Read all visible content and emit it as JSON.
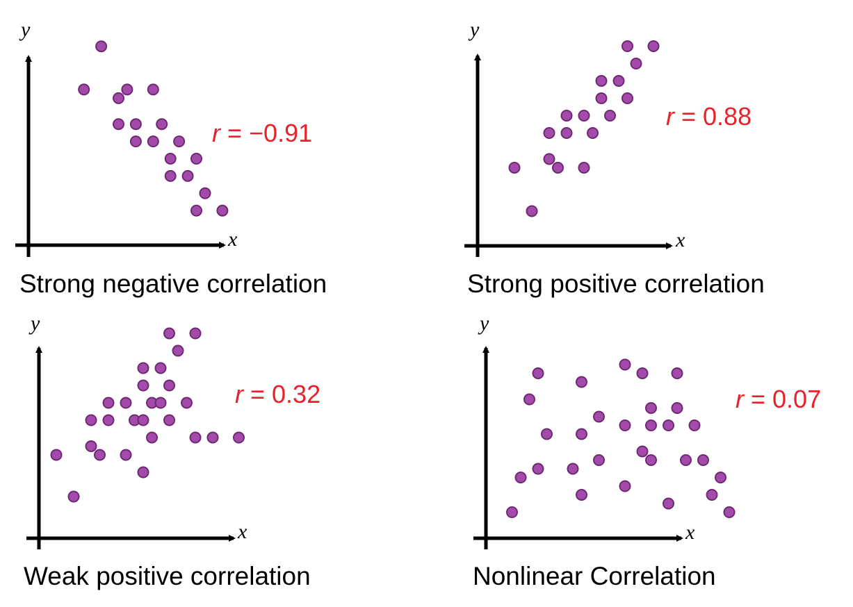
{
  "colors": {
    "point_fill": "#a44aab",
    "point_stroke": "#6d2a72",
    "r_label": "#e8212b",
    "axis": "#000000"
  },
  "chart_data": [
    {
      "type": "scatter",
      "title": "Strong negative correlation",
      "xlabel": "x",
      "ylabel": "y",
      "annotation": {
        "symbol": "r",
        "text": " = −0.91"
      },
      "xlim": [
        0,
        12
      ],
      "ylim": [
        0,
        12
      ],
      "grid": false,
      "points": [
        {
          "x": 4.2,
          "y": 11.5
        },
        {
          "x": 3.2,
          "y": 9.0
        },
        {
          "x": 5.2,
          "y": 8.5
        },
        {
          "x": 5.7,
          "y": 9.0
        },
        {
          "x": 7.2,
          "y": 9.0
        },
        {
          "x": 5.2,
          "y": 7.0
        },
        {
          "x": 6.2,
          "y": 7.0
        },
        {
          "x": 7.7,
          "y": 7.0
        },
        {
          "x": 6.2,
          "y": 6.0
        },
        {
          "x": 7.2,
          "y": 6.0
        },
        {
          "x": 8.7,
          "y": 6.0
        },
        {
          "x": 8.2,
          "y": 5.0
        },
        {
          "x": 9.7,
          "y": 5.0
        },
        {
          "x": 8.2,
          "y": 4.0
        },
        {
          "x": 9.2,
          "y": 4.0
        },
        {
          "x": 10.2,
          "y": 3.0
        },
        {
          "x": 9.7,
          "y": 2.0
        },
        {
          "x": 11.2,
          "y": 2.0
        }
      ]
    },
    {
      "type": "scatter",
      "title": "Strong positive correlation",
      "xlabel": "x",
      "ylabel": "y",
      "annotation": {
        "symbol": "r",
        "text": " = 0.88"
      },
      "xlim": [
        0,
        12
      ],
      "ylim": [
        0,
        12
      ],
      "grid": false,
      "points": [
        {
          "x": 2.0,
          "y": 4.5
        },
        {
          "x": 3.0,
          "y": 2.0
        },
        {
          "x": 4.0,
          "y": 5.0
        },
        {
          "x": 4.5,
          "y": 4.5
        },
        {
          "x": 6.0,
          "y": 4.5
        },
        {
          "x": 4.0,
          "y": 6.5
        },
        {
          "x": 5.0,
          "y": 6.5
        },
        {
          "x": 6.5,
          "y": 6.5
        },
        {
          "x": 5.0,
          "y": 7.5
        },
        {
          "x": 6.0,
          "y": 7.5
        },
        {
          "x": 7.5,
          "y": 7.5
        },
        {
          "x": 7.0,
          "y": 8.5
        },
        {
          "x": 8.5,
          "y": 8.5
        },
        {
          "x": 7.0,
          "y": 9.5
        },
        {
          "x": 8.0,
          "y": 9.5
        },
        {
          "x": 9.0,
          "y": 10.5
        },
        {
          "x": 8.5,
          "y": 11.5
        },
        {
          "x": 10.0,
          "y": 11.5
        }
      ]
    },
    {
      "type": "scatter",
      "title": "Weak positive correlation",
      "xlabel": "x",
      "ylabel": "y",
      "annotation": {
        "symbol": "r",
        "text": " = 0.32"
      },
      "xlim": [
        0,
        12
      ],
      "ylim": [
        0,
        12
      ],
      "grid": false,
      "points": [
        {
          "x": 1.0,
          "y": 4.8
        },
        {
          "x": 2.0,
          "y": 2.4
        },
        {
          "x": 3.0,
          "y": 5.3
        },
        {
          "x": 3.5,
          "y": 4.8
        },
        {
          "x": 5.0,
          "y": 4.8
        },
        {
          "x": 6.0,
          "y": 3.8
        },
        {
          "x": 3.0,
          "y": 6.8
        },
        {
          "x": 4.0,
          "y": 6.8
        },
        {
          "x": 5.5,
          "y": 6.8
        },
        {
          "x": 6.0,
          "y": 6.8
        },
        {
          "x": 7.5,
          "y": 6.8
        },
        {
          "x": 6.5,
          "y": 5.8
        },
        {
          "x": 4.0,
          "y": 7.8
        },
        {
          "x": 5.0,
          "y": 7.8
        },
        {
          "x": 6.5,
          "y": 7.8
        },
        {
          "x": 7.0,
          "y": 7.8
        },
        {
          "x": 8.5,
          "y": 7.8
        },
        {
          "x": 6.0,
          "y": 8.8
        },
        {
          "x": 7.5,
          "y": 8.8
        },
        {
          "x": 6.0,
          "y": 9.8
        },
        {
          "x": 7.0,
          "y": 9.8
        },
        {
          "x": 9.0,
          "y": 5.8
        },
        {
          "x": 10.0,
          "y": 5.8
        },
        {
          "x": 11.5,
          "y": 5.8
        },
        {
          "x": 7.5,
          "y": 11.8
        },
        {
          "x": 9.0,
          "y": 11.8
        },
        {
          "x": 8.0,
          "y": 10.8
        }
      ]
    },
    {
      "type": "scatter",
      "title": "Nonlinear Correlation",
      "xlabel": "x",
      "ylabel": "y",
      "annotation": {
        "symbol": "r",
        "text": " = 0.07"
      },
      "xlim": [
        0,
        12
      ],
      "ylim": [
        0,
        12
      ],
      "grid": false,
      "points": [
        {
          "x": 1.5,
          "y": 1.5
        },
        {
          "x": 2.0,
          "y": 3.5
        },
        {
          "x": 3.0,
          "y": 4.0
        },
        {
          "x": 3.5,
          "y": 6.0
        },
        {
          "x": 2.5,
          "y": 8.0
        },
        {
          "x": 3.0,
          "y": 9.5
        },
        {
          "x": 5.0,
          "y": 4.0
        },
        {
          "x": 5.5,
          "y": 2.5
        },
        {
          "x": 5.5,
          "y": 6.0
        },
        {
          "x": 6.5,
          "y": 4.5
        },
        {
          "x": 6.5,
          "y": 7.0
        },
        {
          "x": 5.5,
          "y": 9.0
        },
        {
          "x": 8.0,
          "y": 3.0
        },
        {
          "x": 8.0,
          "y": 6.5
        },
        {
          "x": 9.0,
          "y": 5.0
        },
        {
          "x": 9.5,
          "y": 4.5
        },
        {
          "x": 8.0,
          "y": 10.0
        },
        {
          "x": 9.0,
          "y": 9.5
        },
        {
          "x": 9.5,
          "y": 6.5
        },
        {
          "x": 9.5,
          "y": 7.5
        },
        {
          "x": 10.5,
          "y": 6.5
        },
        {
          "x": 11.0,
          "y": 7.5
        },
        {
          "x": 11.0,
          "y": 9.5
        },
        {
          "x": 10.5,
          "y": 2.0
        },
        {
          "x": 11.5,
          "y": 4.5
        },
        {
          "x": 12.5,
          "y": 4.5
        },
        {
          "x": 12.0,
          "y": 6.5
        },
        {
          "x": 13.0,
          "y": 2.5
        },
        {
          "x": 13.5,
          "y": 3.5
        },
        {
          "x": 14.0,
          "y": 1.5
        }
      ]
    }
  ]
}
